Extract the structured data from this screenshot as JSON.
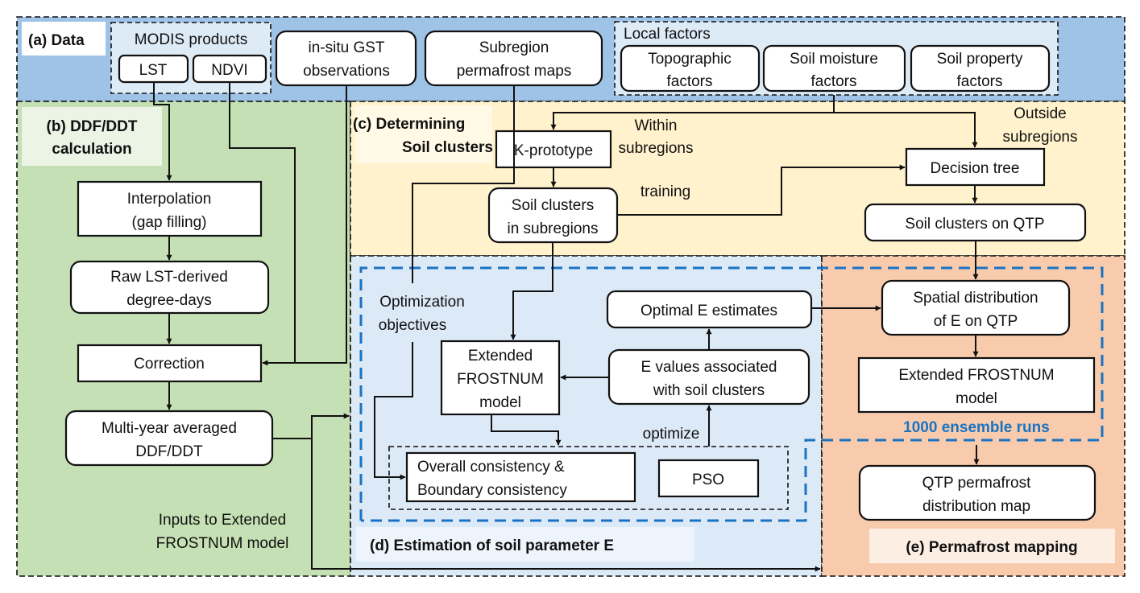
{
  "colors": {
    "data_panel": "#9fc3e6",
    "data_subpanel": "#ddebf7",
    "ddf_panel": "#c5e0b4",
    "cluster_panel": "#fff2cc",
    "estimation_panel": "#dce9f6",
    "mapping_panel": "#f8cbad",
    "ensemble_border": "#1a73c2",
    "ensemble_text": "#1a73c2"
  },
  "panels": {
    "a": {
      "title": "(a) Data"
    },
    "b": {
      "title_line1": "(b) DDF/DDT",
      "title_line2": "calculation"
    },
    "c": {
      "title_line1": "(c) Determining",
      "title_line2": "Soil clusters"
    },
    "d": {
      "title": "(d) Estimation of soil parameter E"
    },
    "e": {
      "title": "(e) Permafrost mapping"
    }
  },
  "data_sources": {
    "modis_group": "MODIS products",
    "lst": "LST",
    "ndvi": "NDVI",
    "gst_line1": "in-situ GST",
    "gst_line2": "observations",
    "subregion_line1": "Subregion",
    "subregion_line2": "permafrost maps",
    "local_group": "Local factors",
    "topo_line1": "Topographic",
    "topo_line2": "factors",
    "moisture_line1": "Soil moisture",
    "moisture_line2": "factors",
    "property_line1": "Soil property",
    "property_line2": "factors"
  },
  "ddf_nodes": {
    "interp_line1": "Interpolation",
    "interp_line2": "(gap filling)",
    "raw_line1": "Raw LST-derived",
    "raw_line2": "degree-days",
    "correction": "Correction",
    "avg_line1": "Multi-year averaged",
    "avg_line2": "DDF/DDT",
    "inputs_line1": "Inputs to Extended",
    "inputs_line2": "FROSTNUM model"
  },
  "cluster_nodes": {
    "kproto": "K-prototype",
    "within_line1": "Within",
    "within_line2": "subregions",
    "outside_line1": "Outside",
    "outside_line2": "subregions",
    "sub_clusters_line1": "Soil clusters",
    "sub_clusters_line2": "in subregions",
    "training": "training",
    "dtree": "Decision tree",
    "qtp_clusters": "Soil clusters on QTP"
  },
  "estimation_nodes": {
    "objectives_line1": "Optimization",
    "objectives_line2": "objectives",
    "frost_line1": "Extended",
    "frost_line2": "FROSTNUM",
    "frost_line3": "model",
    "optimal": "Optimal E estimates",
    "evalues_line1": "E values associated",
    "evalues_line2": "with soil clusters",
    "optimize": "optimize",
    "consist_line1": "Overall consistency &",
    "consist_line2": "Boundary consistency",
    "pso": "PSO"
  },
  "mapping_nodes": {
    "spatial_line1": "Spatial distribution",
    "spatial_line2": "of E on QTP",
    "frost_line1": "Extended FROSTNUM",
    "frost_line2": "model",
    "ensemble": "1000 ensemble runs",
    "map_line1": "QTP permafrost",
    "map_line2": "distribution map"
  }
}
